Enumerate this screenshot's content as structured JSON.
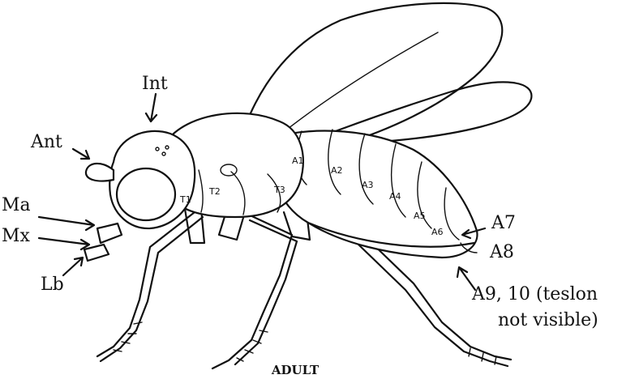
{
  "caption": "ADULT",
  "labels": {
    "int": "Int",
    "ant": "Ant",
    "ma": "Ma",
    "mx": "Mx",
    "lb": "Lb",
    "a7": "A7",
    "a8": "A8",
    "a9_line1": "A9, 10 (teslon",
    "a9_line2": "not visible)"
  },
  "segments": {
    "t1": "T1",
    "t2": "T2",
    "t3": "T3",
    "a1": "A1",
    "a2": "A2",
    "a3": "A3",
    "a4": "A4",
    "a5": "A5",
    "a6": "A6"
  }
}
